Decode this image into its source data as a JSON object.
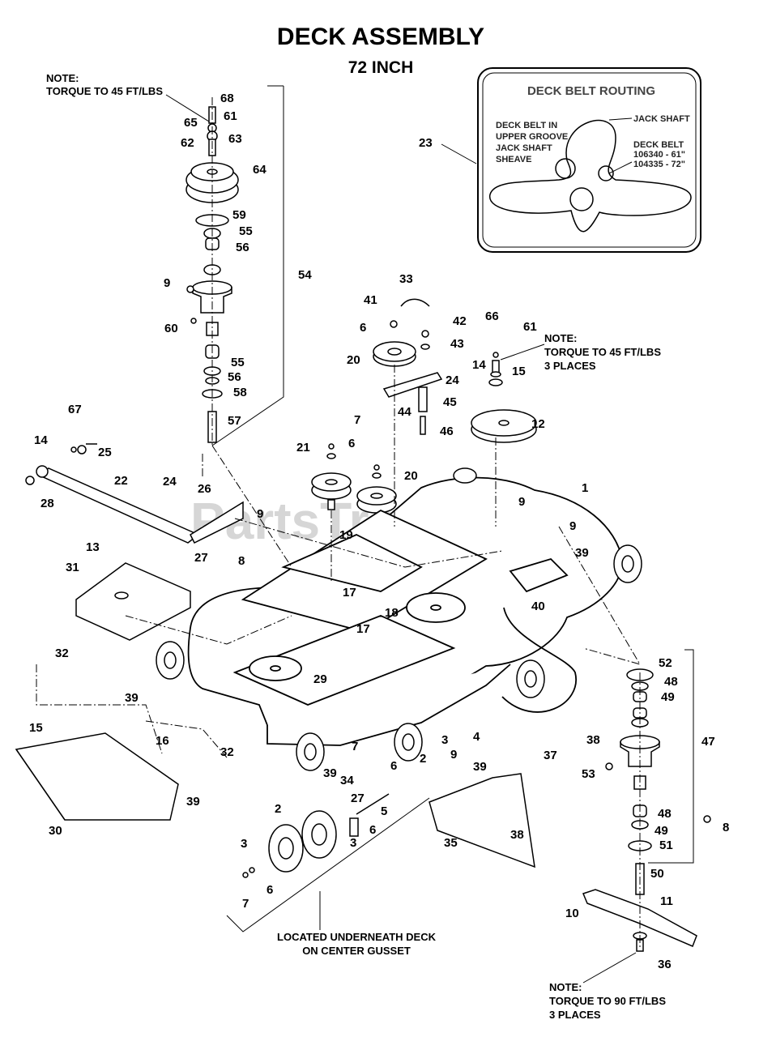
{
  "title": "DECK ASSEMBLY",
  "subtitle": "72 INCH",
  "notes": {
    "spindle_left": [
      "NOTE:",
      "TORQUE TO 45 FT/LBS"
    ],
    "spindle_right": [
      "NOTE:",
      "TORQUE TO 45 FT/LBS",
      "3 PLACES"
    ],
    "blade": [
      "NOTE:",
      "TORQUE TO 90 FT/LBS",
      "3 PLACES"
    ],
    "gusset": [
      "LOCATED UNDERNEATH DECK",
      "ON CENTER GUSSET"
    ]
  },
  "belt_routing": {
    "title": "DECK BELT ROUTING",
    "upper_groove": [
      "DECK BELT IN",
      "UPPER GROOVE",
      "JACK SHAFT",
      "SHEAVE"
    ],
    "jack_shaft": "JACK SHAFT",
    "deck_belt": [
      "DECK BELT",
      "106340 - 61\"",
      "104335 - 72\""
    ]
  },
  "watermark": "PartsTree",
  "callouts": [
    "68",
    "61",
    "65",
    "63",
    "62",
    "64",
    "59",
    "55",
    "56",
    "9",
    "60",
    "55",
    "56",
    "58",
    "57",
    "54",
    "23",
    "33",
    "41",
    "42",
    "6",
    "43",
    "20",
    "24",
    "45",
    "44",
    "46",
    "66",
    "61",
    "14",
    "15",
    "12",
    "7",
    "6",
    "21",
    "20",
    "19",
    "67",
    "14",
    "25",
    "22",
    "28",
    "24",
    "26",
    "9",
    "9",
    "9",
    "1",
    "39",
    "27",
    "8",
    "13",
    "31",
    "17",
    "18",
    "17",
    "40",
    "32",
    "15",
    "39",
    "16",
    "30",
    "29",
    "52",
    "48",
    "49",
    "47",
    "38",
    "37",
    "3",
    "4",
    "7",
    "2",
    "6",
    "39",
    "34",
    "27",
    "9",
    "39",
    "53",
    "38",
    "35",
    "2",
    "5",
    "6",
    "3",
    "3",
    "6",
    "7",
    "48",
    "49",
    "51",
    "8",
    "50",
    "10",
    "11",
    "36",
    "32",
    "39"
  ]
}
